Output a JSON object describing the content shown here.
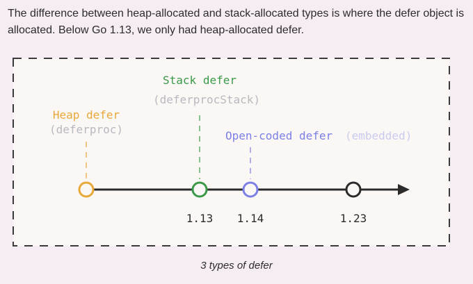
{
  "intro": {
    "line1": "The difference between heap-allocated and stack-allocated types is where the defer object is",
    "line2": "allocated. Below Go 1.13, we only had heap-allocated defer."
  },
  "diagram": {
    "labels": {
      "heap_title": "Heap defer",
      "heap_sub": "(deferproc)",
      "stack_title": "Stack defer",
      "stack_sub": "(deferprocStack)",
      "open_title": "Open-coded defer",
      "open_sub": "(embedded)"
    },
    "versions": [
      "1.13",
      "1.14",
      "1.23"
    ],
    "colors": {
      "heap": "#e8a83a",
      "stack": "#3a9a4a",
      "open": "#7b7fe6",
      "line": "#2b2b2b",
      "sub": "#b8b8c0",
      "open_sub": "#c9cbee",
      "border": "#3a3a3a"
    }
  },
  "caption": "3 types of defer"
}
